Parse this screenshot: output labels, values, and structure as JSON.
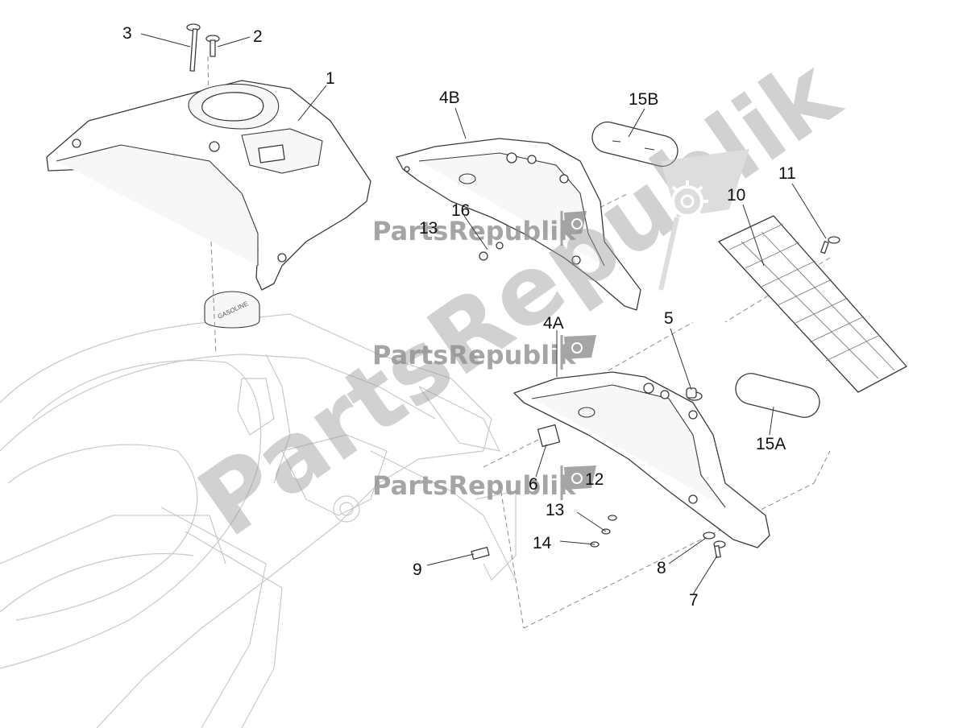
{
  "watermark": {
    "brand": "PartsRepublik",
    "small_brand": "PartsRepublik",
    "color": "#9a9a9a"
  },
  "callouts": {
    "c1": "1",
    "c2": "2",
    "c3": "3",
    "c4a": "4A",
    "c4b": "4B",
    "c5": "5",
    "c6": "6",
    "c7": "7",
    "c8": "8",
    "c9": "9",
    "c10": "10",
    "c11": "11",
    "c12": "12",
    "c13a": "13",
    "c13b": "13",
    "c14": "14",
    "c15a": "15A",
    "c15b": "15B",
    "c16": "16"
  },
  "labels": {
    "fuel_cap_text": "GASOLINE"
  },
  "icons": [
    "gear-icon",
    "flag-icon"
  ]
}
